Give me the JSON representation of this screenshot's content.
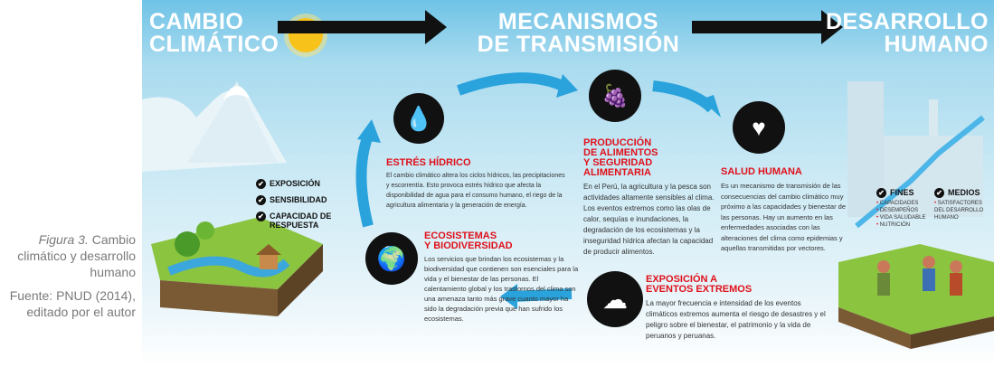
{
  "caption": {
    "figure": "Figura 3.",
    "title": " Cambio climático y desarrollo humano",
    "source": "Fuente: PNUD (2014), editado por el autor"
  },
  "headers": {
    "left": [
      "CAMBIO",
      "CLIMÁTICO"
    ],
    "center": [
      "MECANISMOS",
      "DE TRANSMISIÓN"
    ],
    "right": [
      "DESARROLLO",
      "HUMANO"
    ]
  },
  "climate_factors": [
    "EXPOSICIÓN",
    "SENSIBILIDAD",
    "CAPACIDAD DE RESPUESTA"
  ],
  "mechanisms": {
    "estres": {
      "title": "ESTRÉS HÍDRICO",
      "text": "El cambio climático altera los ciclos hídricos, las precipitaciones y escorrentía. Esto provoca estrés hídrico que afecta la disponibilidad de agua para el consumo humano, el riego de la agricultura alimentaria y la generación de energía."
    },
    "produccion": {
      "title": [
        "PRODUCCIÓN",
        "DE ALIMENTOS",
        "Y SEGURIDAD",
        "ALIMENTARIA"
      ],
      "text": "En el Perú, la agricultura y la pesca son actividades altamente sensibles al clima. Los eventos extremos como las olas de calor, sequías e inundaciones, la degradación de los ecosistemas y la inseguridad hídrica afectan la capacidad de producir alimentos."
    },
    "salud": {
      "title": "SALUD HUMANA",
      "text": "Es un mecanismo de transmisión de las consecuencias del cambio climático muy próximo a las capacidades y bienestar de las personas. Hay un aumento en las enfermedades asociadas con las alteraciones del clima como epidemias y aquellas transmitidas por vectores."
    },
    "ecosistemas": {
      "title": [
        "ECOSISTEMAS",
        "Y BIODIVERSIDAD"
      ],
      "text": "Los servicios que brindan los ecosistemas y la biodiversidad que contienen son esenciales para la vida y el bienestar de las personas. El calentamiento global y los trastornos del clima son una amenaza tanto más grave cuanto mayor ha sido la degradación previa que han sufrido los ecosistemas."
    },
    "exposicion": {
      "title": [
        "EXPOSICIÓN A",
        "EVENTOS EXTREMOS"
      ],
      "text": "La mayor frecuencia e intensidad de los eventos climáticos extremos aumenta el riesgo de desastres y el peligro sobre el bienestar, el patrimonio y la vida de peruanos y peruanas."
    }
  },
  "development": {
    "fines": {
      "label": "FINES",
      "items": [
        "CAPACIDADES",
        "DESEMPEÑOS",
        "VIDA SALUDABLE",
        "NUTRICIÓN"
      ]
    },
    "medios": {
      "label": "MEDIOS",
      "items": [
        "SATISFACTORES DEL DESARROLLO HUMANO"
      ]
    }
  },
  "colors": {
    "title_red": "#e0101a",
    "arrow_blue": "#2aa3dc",
    "sky": "#a9dbef"
  }
}
